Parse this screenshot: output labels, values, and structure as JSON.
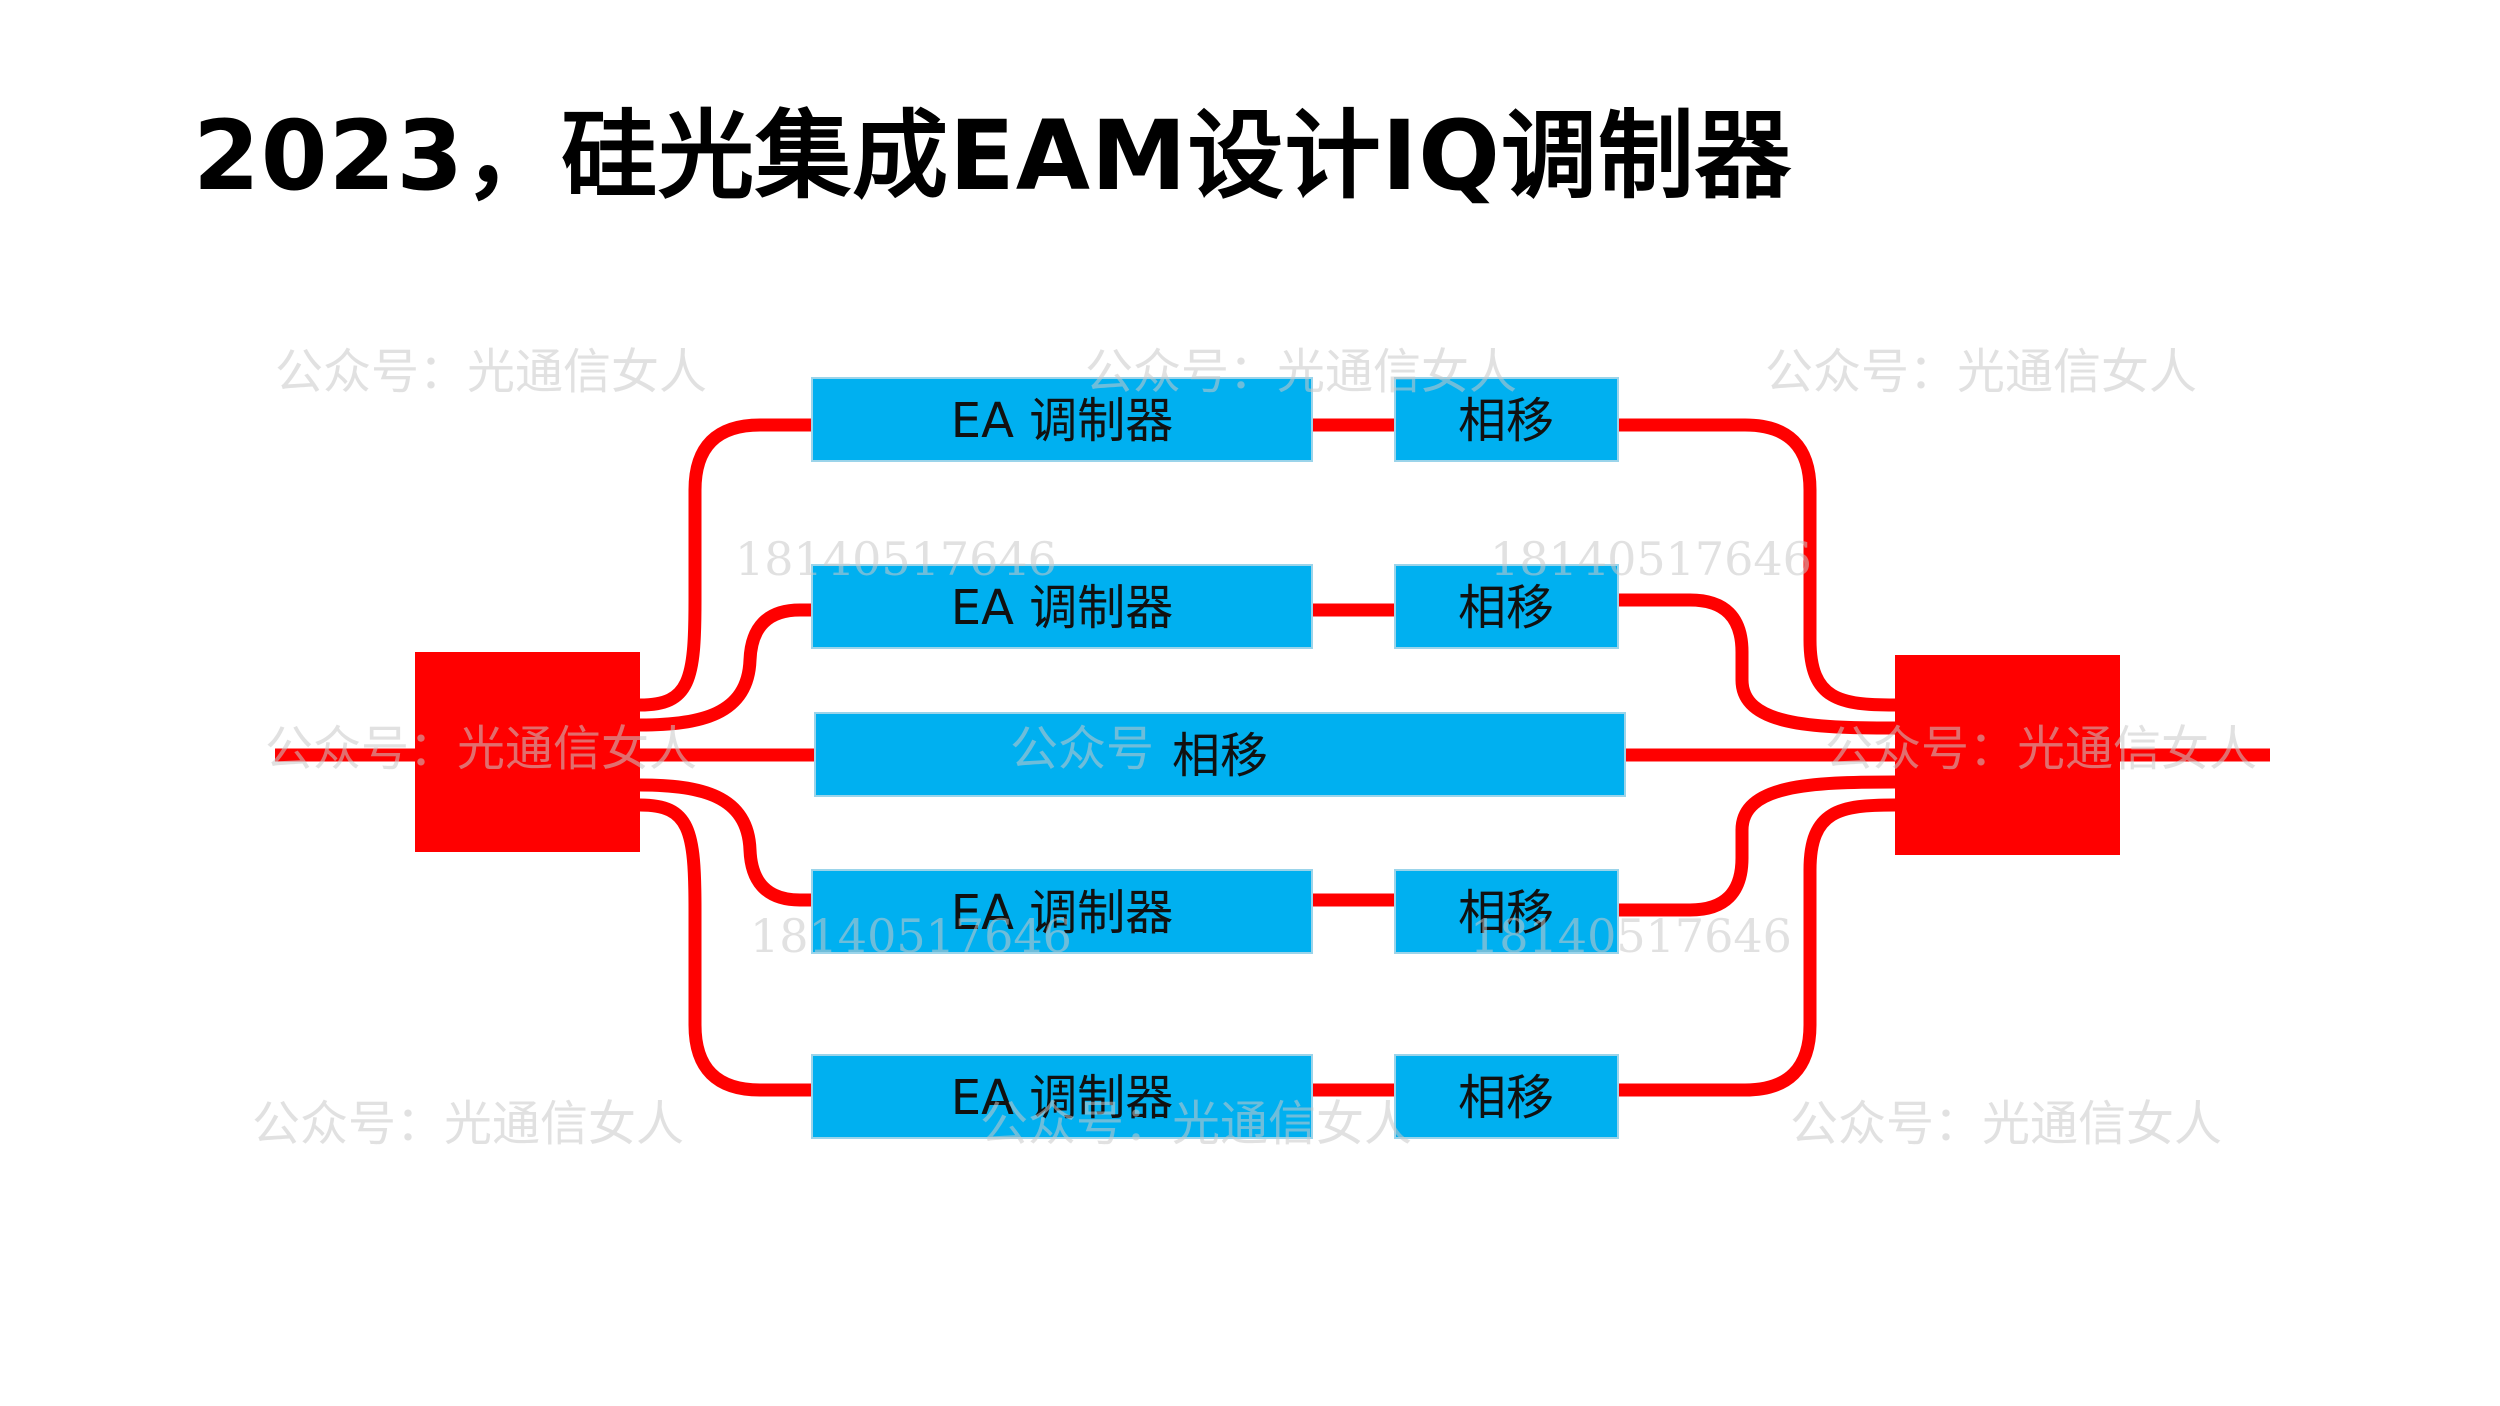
{
  "title": "2023，硅光集成EAM设计IQ调制器",
  "diagram": {
    "waveguide_color": "#ff0000",
    "block_color": "#00b0f0",
    "rows": [
      {
        "ea_label": "EA 调制器",
        "phase_label": "相移"
      },
      {
        "ea_label": "EA 调制器",
        "phase_label": "相移"
      },
      {
        "center_label": "相移"
      },
      {
        "ea_label": "EA 调制器",
        "phase_label": "相移"
      },
      {
        "ea_label": "EA 调制器",
        "phase_label": "相移"
      }
    ]
  },
  "watermarks": {
    "account": "公众号：光通信女人",
    "account_partial": "公众号",
    "phone": "18140517646"
  }
}
